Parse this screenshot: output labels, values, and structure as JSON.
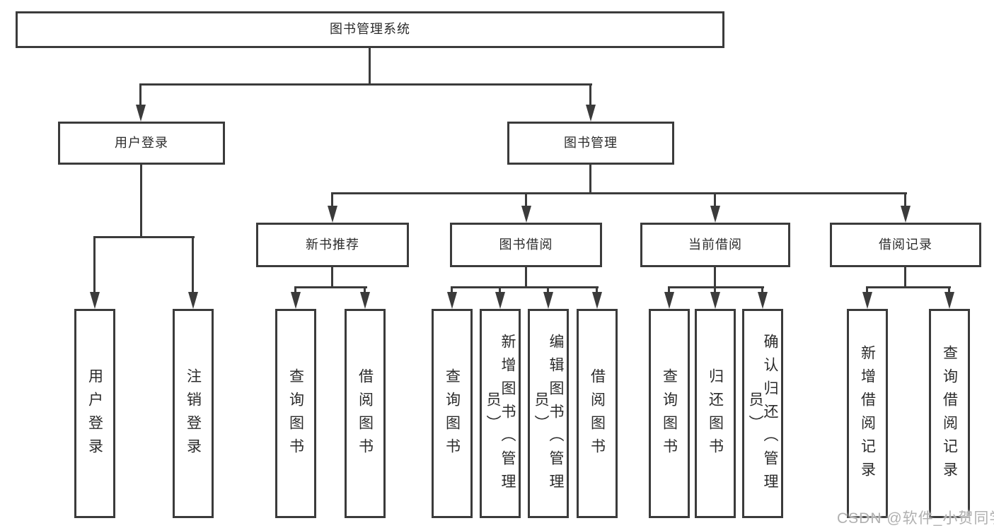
{
  "colors": {
    "line": "#3b3b3b",
    "text": "#2b2b2b",
    "watermark": "#b0b0b0",
    "background": "#ffffff"
  },
  "tree": {
    "label": "图书管理系统",
    "children": [
      {
        "label": "用户登录",
        "children": [
          {
            "label": "用户登录"
          },
          {
            "label": "注销登录"
          }
        ]
      },
      {
        "label": "图书管理",
        "children": [
          {
            "label": "新书推荐",
            "children": [
              {
                "label": "查询图书"
              },
              {
                "label": "借阅图书"
              }
            ]
          },
          {
            "label": "图书借阅",
            "children": [
              {
                "label": "查询图书"
              },
              {
                "label": "新增图书（管理员）"
              },
              {
                "label": "编辑图书（管理员）"
              },
              {
                "label": "借阅图书"
              }
            ]
          },
          {
            "label": "当前借阅",
            "children": [
              {
                "label": "查询图书"
              },
              {
                "label": "归还图书"
              },
              {
                "label": "确认归还（管理员）"
              }
            ]
          },
          {
            "label": "借阅记录",
            "children": [
              {
                "label": "新增借阅记录"
              },
              {
                "label": "查询借阅记录"
              }
            ]
          }
        ]
      }
    ]
  },
  "watermark": "CSDN @软件_小贺同学"
}
